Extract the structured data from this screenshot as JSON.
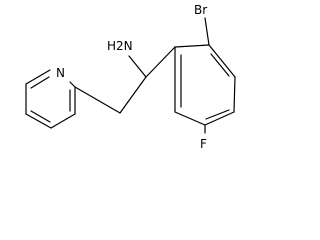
{
  "molecule": {
    "atoms": {
      "bromine": "Br",
      "amine": "H2N",
      "amine_subscript": "2",
      "pyridine_nitrogen": "N",
      "fluorine": "F"
    }
  },
  "colors": {
    "bond": "#000000",
    "label": "#000000",
    "background": "#ffffff"
  }
}
